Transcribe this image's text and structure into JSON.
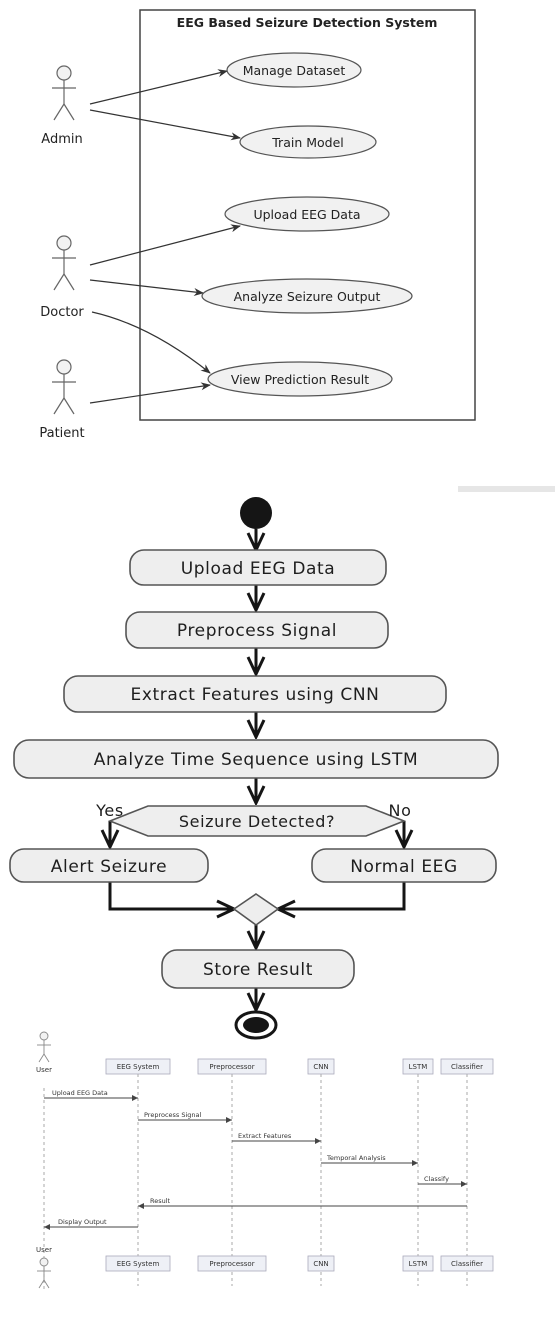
{
  "use_case": {
    "title": "EEG Based Seizure Detection System",
    "actors": [
      {
        "id": "admin",
        "label": "Admin"
      },
      {
        "id": "doctor",
        "label": "Doctor"
      },
      {
        "id": "patient",
        "label": "Patient"
      }
    ],
    "use_cases": [
      {
        "id": "manage",
        "label": "Manage Dataset"
      },
      {
        "id": "train",
        "label": "Train Model"
      },
      {
        "id": "upload",
        "label": "Upload EEG Data"
      },
      {
        "id": "analyze",
        "label": "Analyze Seizure Output"
      },
      {
        "id": "view",
        "label": "View Prediction Result"
      }
    ],
    "links": [
      {
        "from": "admin",
        "to": "manage"
      },
      {
        "from": "admin",
        "to": "train"
      },
      {
        "from": "doctor",
        "to": "upload"
      },
      {
        "from": "doctor",
        "to": "analyze"
      },
      {
        "from": "doctor",
        "to": "view"
      },
      {
        "from": "patient",
        "to": "view"
      }
    ]
  },
  "activity": {
    "steps": [
      {
        "id": "upload",
        "label": "Upload EEG Data"
      },
      {
        "id": "preprocess",
        "label": "Preprocess Signal"
      },
      {
        "id": "extract",
        "label": "Extract Features using CNN"
      },
      {
        "id": "lstm",
        "label": "Analyze Time Sequence using LSTM"
      }
    ],
    "decision": {
      "label": "Seizure Detected?",
      "yes_label": "Yes",
      "no_label": "No"
    },
    "yes_branch": "Alert Seizure",
    "no_branch": "Normal EEG",
    "final_step": "Store Result"
  },
  "sequence": {
    "participants": [
      {
        "id": "user",
        "label": "User",
        "kind": "actor"
      },
      {
        "id": "eeg",
        "label": "EEG System",
        "kind": "box"
      },
      {
        "id": "pre",
        "label": "Preprocessor",
        "kind": "box"
      },
      {
        "id": "cnn",
        "label": "CNN",
        "kind": "box"
      },
      {
        "id": "lstm",
        "label": "LSTM",
        "kind": "box"
      },
      {
        "id": "cls",
        "label": "Classifier",
        "kind": "box"
      }
    ],
    "messages": [
      {
        "from": "user",
        "to": "eeg",
        "label": "Upload EEG Data"
      },
      {
        "from": "eeg",
        "to": "pre",
        "label": "Preprocess Signal"
      },
      {
        "from": "pre",
        "to": "cnn",
        "label": "Extract Features"
      },
      {
        "from": "cnn",
        "to": "lstm",
        "label": "Temporal Analysis"
      },
      {
        "from": "lstm",
        "to": "cls",
        "label": "Classify"
      },
      {
        "from": "cls",
        "to": "eeg",
        "label": "Result"
      },
      {
        "from": "eeg",
        "to": "user",
        "label": "Display Output"
      }
    ]
  }
}
